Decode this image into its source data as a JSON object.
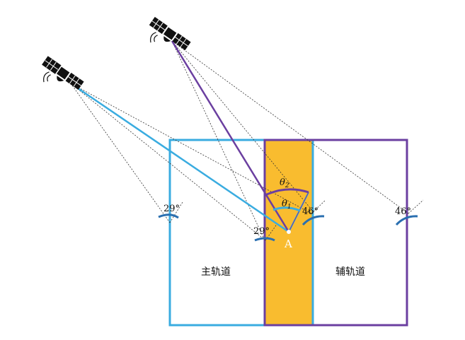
{
  "colors": {
    "blue": "#3aace0",
    "purple": "#6b3fa0",
    "orange": "#f9bc2f",
    "dashed": "#333333",
    "satellite": "#111111"
  },
  "labels": {
    "main_track": "主轨道",
    "aux_track": "辅轨道",
    "point_a": "A",
    "theta": "θ",
    "theta1_sub": "1",
    "theta2_sub": "2",
    "angle_29_left": "29°",
    "angle_29_center": "29°",
    "angle_46_center": "46°",
    "angle_46_right": "46°"
  },
  "icons": {
    "satellite_left": "satellite-icon",
    "satellite_top": "satellite-icon"
  }
}
